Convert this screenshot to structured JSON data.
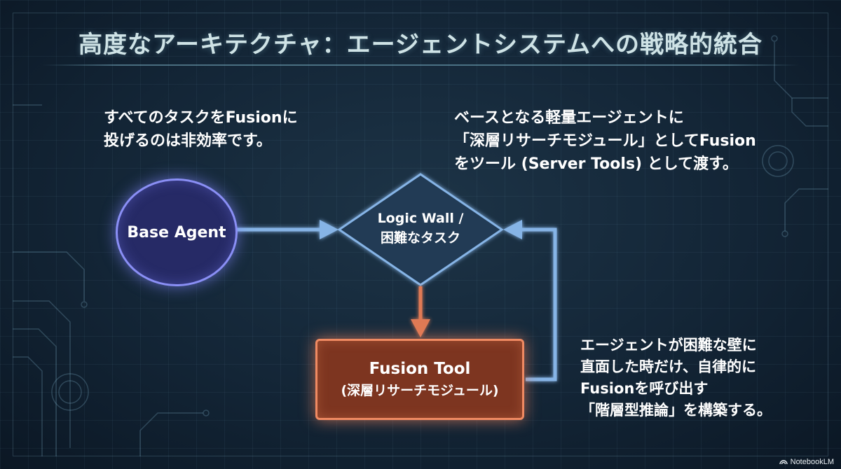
{
  "title": "高度なアーキテクチャ：エージェントシステムへの戦略的統合",
  "notes": {
    "top_left": [
      "すべてのタスクをFusionに",
      "投げるのは非効率です。"
    ],
    "top_right": [
      "ベースとなる軽量エージェントに",
      "「深層リサーチモジュール」としてFusion",
      "をツール (Server Tools) として渡す。"
    ],
    "bottom_right": [
      "エージェントが困難な壁に",
      "直面した時だけ、自律的に",
      "Fusionを呼び出す",
      "「階層型推論」を構築する。"
    ]
  },
  "nodes": {
    "base_agent": {
      "label": "Base Agent",
      "shape": "circle",
      "color": "#8a8ff5"
    },
    "logic_wall": {
      "label_lines": [
        "Logic Wall /",
        "困難なタスク"
      ],
      "shape": "diamond",
      "color": "#86b4e6"
    },
    "fusion_tool": {
      "label": "Fusion Tool",
      "sublabel": "(深層リサーチモジュール)",
      "shape": "rectangle",
      "color": "#f08a62"
    }
  },
  "edges": [
    {
      "from": "base_agent",
      "to": "logic_wall",
      "color": "#86b4e6"
    },
    {
      "from": "logic_wall",
      "to": "fusion_tool",
      "color": "#e07a55"
    },
    {
      "from": "fusion_tool",
      "to": "logic_wall",
      "color": "#86b4e6"
    }
  ],
  "watermark": {
    "text": "NotebookLM",
    "icon": "notebooklm-icon"
  }
}
